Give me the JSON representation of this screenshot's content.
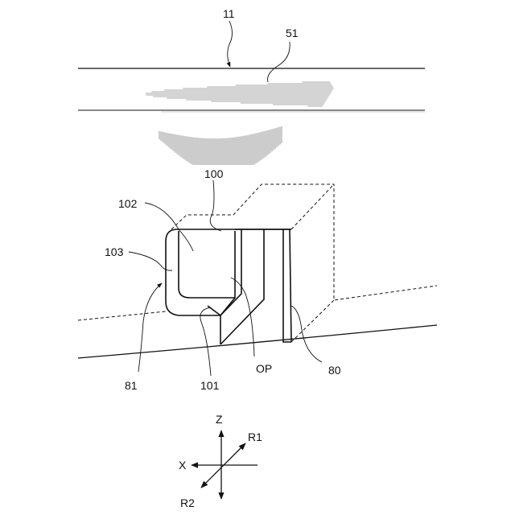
{
  "labels": {
    "ref_11": "11",
    "ref_51": "51",
    "ref_100": "100",
    "ref_102": "102",
    "ref_103": "103",
    "ref_81": "81",
    "ref_101": "101",
    "ref_op": "OP",
    "ref_80": "80"
  },
  "axes": {
    "z": "Z",
    "r1": "R1",
    "x": "X",
    "r2": "R2"
  }
}
